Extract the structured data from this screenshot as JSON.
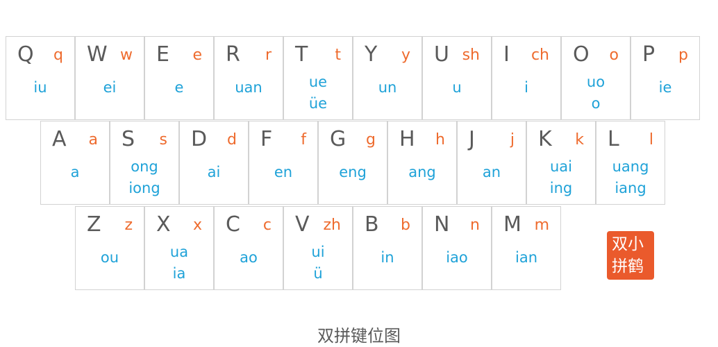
{
  "colors": {
    "letter": "#5a5a5a",
    "initial": "#ee6b2e",
    "final": "#1fa2d8",
    "seal": "#ea5a2c"
  },
  "rows": [
    [
      {
        "letter": "Q",
        "initial": "q",
        "finals": [
          "iu"
        ]
      },
      {
        "letter": "W",
        "initial": "w",
        "finals": [
          "ei"
        ]
      },
      {
        "letter": "E",
        "initial": "e",
        "finals": [
          "e"
        ]
      },
      {
        "letter": "R",
        "initial": "r",
        "finals": [
          "uan"
        ]
      },
      {
        "letter": "T",
        "initial": "t",
        "finals": [
          "ue",
          "üe"
        ]
      },
      {
        "letter": "Y",
        "initial": "y",
        "finals": [
          "un"
        ]
      },
      {
        "letter": "U",
        "initial": "sh",
        "finals": [
          "u"
        ]
      },
      {
        "letter": "I",
        "initial": "ch",
        "finals": [
          "i"
        ]
      },
      {
        "letter": "O",
        "initial": "o",
        "finals": [
          "uo",
          "o"
        ]
      },
      {
        "letter": "P",
        "initial": "p",
        "finals": [
          "ie"
        ]
      }
    ],
    [
      {
        "letter": "A",
        "initial": "a",
        "finals": [
          "a"
        ]
      },
      {
        "letter": "S",
        "initial": "s",
        "finals": [
          "ong",
          "iong"
        ]
      },
      {
        "letter": "D",
        "initial": "d",
        "finals": [
          "ai"
        ]
      },
      {
        "letter": "F",
        "initial": "f",
        "finals": [
          "en"
        ]
      },
      {
        "letter": "G",
        "initial": "g",
        "finals": [
          "eng"
        ]
      },
      {
        "letter": "H",
        "initial": "h",
        "finals": [
          "ang"
        ]
      },
      {
        "letter": "J",
        "initial": "j",
        "finals": [
          "an"
        ]
      },
      {
        "letter": "K",
        "initial": "k",
        "finals": [
          "uai",
          "ing"
        ]
      },
      {
        "letter": "L",
        "initial": "l",
        "finals": [
          "uang",
          "iang"
        ]
      }
    ],
    [
      {
        "letter": "Z",
        "initial": "z",
        "finals": [
          "ou"
        ]
      },
      {
        "letter": "X",
        "initial": "x",
        "finals": [
          "ua",
          "ia"
        ]
      },
      {
        "letter": "C",
        "initial": "c",
        "finals": [
          "ao"
        ]
      },
      {
        "letter": "V",
        "initial": "zh",
        "finals": [
          "ui",
          "ü"
        ]
      },
      {
        "letter": "B",
        "initial": "b",
        "finals": [
          "in"
        ]
      },
      {
        "letter": "N",
        "initial": "n",
        "finals": [
          "iao"
        ]
      },
      {
        "letter": "M",
        "initial": "m",
        "finals": [
          "ian"
        ]
      }
    ]
  ],
  "seal": {
    "line1": "双小",
    "line2": "拼鹤"
  },
  "caption": "双拼键位图"
}
